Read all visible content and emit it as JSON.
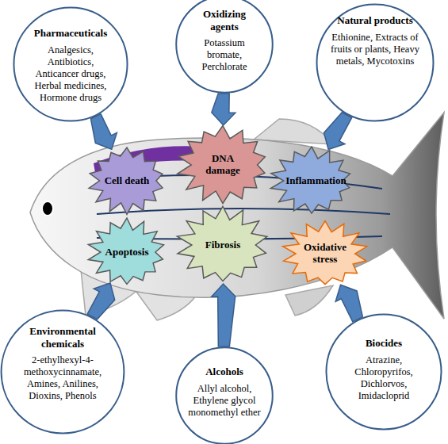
{
  "diagram": {
    "nodes": [
      {
        "text": [
          "Pharmaceuticals",
          "Analgesics, Antibiotics, Anticancer drugs, Herbal medicines, Hormone drugs"
        ]
      },
      {
        "text": [
          "Oxidizing agents",
          "Potassium bromate, Perchlorate"
        ]
      },
      {
        "text": [
          "Natural products",
          "Ethionine, Extracts of fruits or plants, Heavy metals, Mycotoxins"
        ]
      },
      {
        "text": [
          "Cell death"
        ]
      },
      {
        "text": [
          "DNA damage"
        ]
      },
      {
        "text": [
          "Inflammation"
        ]
      },
      {
        "text": [
          "Apoptosis"
        ]
      },
      {
        "text": [
          "Fibrosis"
        ]
      },
      {
        "text": [
          "Oxidative stress"
        ]
      },
      {
        "text": [
          "Environmental chemicals",
          "2-ethylhexyl-4-methoxycinnamate, Amines, Anilines, Dioxins, Phenols"
        ]
      },
      {
        "text": [
          "Alcohols",
          "Allyl alcohol, Ethylene glycol monomethyl ether"
        ]
      },
      {
        "text": [
          "Biocides",
          "Atrazine, Chloropyrifos, Dichlorvos, Imidacloprid"
        ]
      }
    ],
    "edges": [
      {
        "from": 0,
        "to": 3,
        "arrow": "to"
      },
      {
        "from": 1,
        "to": 4,
        "arrow": "to"
      },
      {
        "from": 2,
        "to": 5,
        "arrow": "to"
      },
      {
        "from": 9,
        "to": 6,
        "arrow": "to"
      },
      {
        "from": 10,
        "to": 7,
        "arrow": "to"
      },
      {
        "from": 11,
        "to": 8,
        "arrow": "to"
      }
    ]
  }
}
